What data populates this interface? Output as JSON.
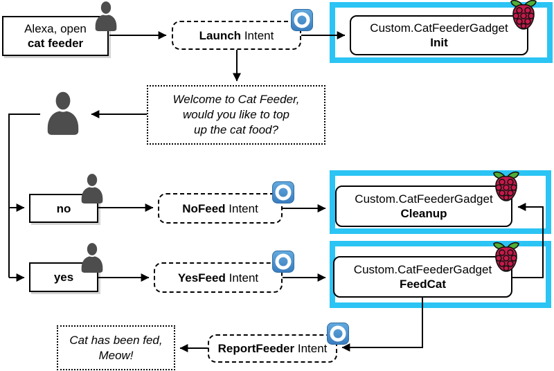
{
  "colors": {
    "highlight_border": "#2bc4f4",
    "box_border": "#000000",
    "box_background": "#ffffff",
    "box_shadow": "#d4d4d4",
    "user_icon_gray": "#4d4d4d",
    "alexa_icon_blue": "#4a90d0",
    "raspberry_red": "#c51a4a",
    "leaf_green": "#52ae36"
  },
  "nodes": {
    "utterance_open": {
      "line1": "Alexa, open",
      "line2": "cat feeder"
    },
    "launch_intent": {
      "name": "Launch",
      "suffix": "Intent"
    },
    "handler_init": {
      "line1": "Custom.CatFeederGadget",
      "line2": "Init"
    },
    "speech_welcome": {
      "line1": "Welcome to Cat Feeder,",
      "line2": "would you like to top",
      "line3": "up the cat food?"
    },
    "utterance_no": {
      "label": "no"
    },
    "nofeed_intent": {
      "name": "NoFeed",
      "suffix": "Intent"
    },
    "handler_cleanup": {
      "line1": "Custom.CatFeederGadget",
      "line2": "Cleanup"
    },
    "utterance_yes": {
      "label": "yes"
    },
    "yesfeed_intent": {
      "name": "YesFeed",
      "suffix": "Intent"
    },
    "handler_feedcat": {
      "line1": "Custom.CatFeederGadget",
      "line2": "FeedCat"
    },
    "reportfeeder_intent": {
      "name": "ReportFeeder",
      "suffix": "Intent"
    },
    "speech_cat_fed": {
      "line1": "Cat has been fed,",
      "line2": "Meow!"
    }
  },
  "icons": {
    "user": "user-icon",
    "alexa_intent": "alexa-icon",
    "raspberry_pi": "raspberry-pi-icon"
  },
  "edges": [
    {
      "from": "utterance_open",
      "to": "launch_intent"
    },
    {
      "from": "launch_intent",
      "to": "handler_init"
    },
    {
      "from": "launch_intent",
      "to": "speech_welcome"
    },
    {
      "from": "speech_welcome",
      "to": "user"
    },
    {
      "from": "user",
      "to": "utterance_no"
    },
    {
      "from": "user",
      "to": "utterance_yes"
    },
    {
      "from": "utterance_no",
      "to": "nofeed_intent"
    },
    {
      "from": "nofeed_intent",
      "to": "handler_cleanup"
    },
    {
      "from": "utterance_yes",
      "to": "yesfeed_intent"
    },
    {
      "from": "yesfeed_intent",
      "to": "handler_feedcat"
    },
    {
      "from": "handler_feedcat",
      "to": "handler_cleanup"
    },
    {
      "from": "handler_feedcat",
      "to": "reportfeeder_intent"
    },
    {
      "from": "reportfeeder_intent",
      "to": "speech_cat_fed"
    }
  ]
}
